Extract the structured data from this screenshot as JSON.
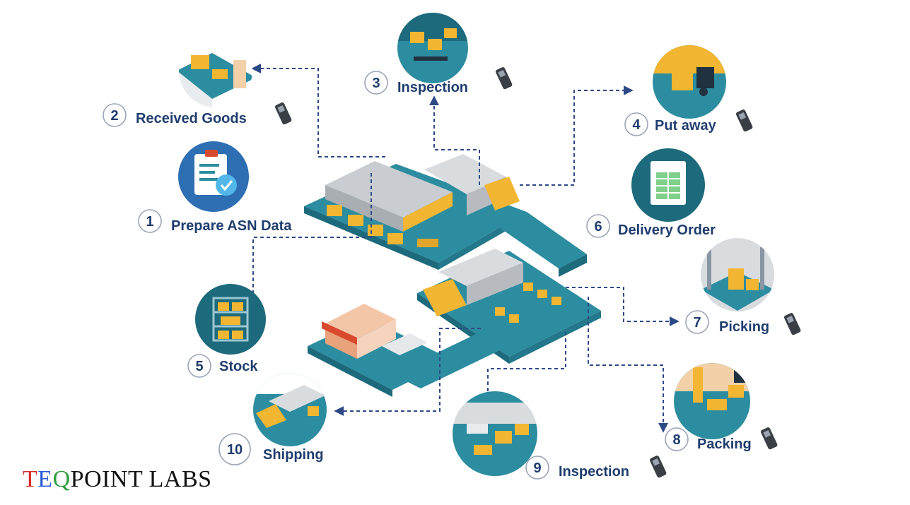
{
  "steps": [
    {
      "num": "1",
      "label": "Prepare ASN Data"
    },
    {
      "num": "2",
      "label": "Received Goods"
    },
    {
      "num": "3",
      "label": "Inspection"
    },
    {
      "num": "4",
      "label": "Put away"
    },
    {
      "num": "5",
      "label": "Stock"
    },
    {
      "num": "6",
      "label": "Delivery Order"
    },
    {
      "num": "7",
      "label": "Picking"
    },
    {
      "num": "8",
      "label": "Packing"
    },
    {
      "num": "9",
      "label": "Inspection"
    },
    {
      "num": "10",
      "label": "Shipping"
    }
  ],
  "brand": {
    "t": "T",
    "e": "E",
    "q": "Q",
    "rest": "POINT LABS"
  },
  "colors": {
    "navy": "#1f3d6e",
    "teal": "#2d8da0",
    "teal_dark": "#1d6a7d",
    "yellow": "#f2b632",
    "brand_t": "#d62b2b",
    "brand_e": "#2a5bd7",
    "brand_q": "#2e9e3f"
  }
}
